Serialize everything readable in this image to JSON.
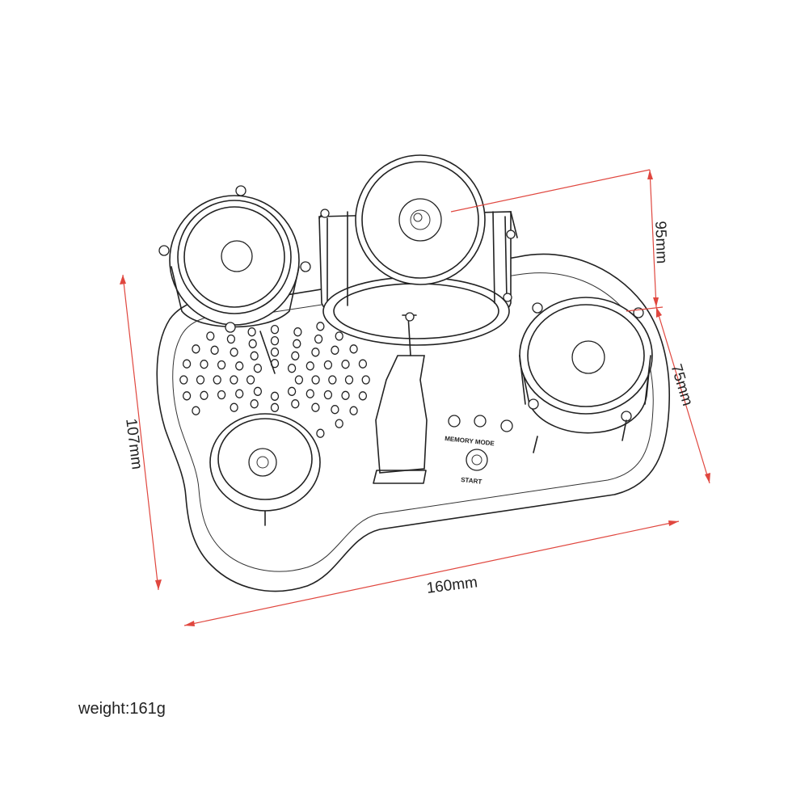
{
  "dimensions": {
    "length": "160mm",
    "width": "107mm",
    "height": "95mm",
    "depth": "75mm"
  },
  "weight": "weight:161g",
  "panel": {
    "buttons_label": "MEMORY MODE",
    "start_label": "START"
  },
  "colors": {
    "dimension_line": "#e0473f",
    "ink": "#222222",
    "background": "#ffffff"
  }
}
